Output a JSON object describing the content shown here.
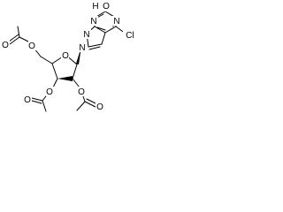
{
  "structure": {
    "atom_labels": {
      "hydroxyl_h": "H",
      "hydroxyl_o": "O",
      "chloro": "Cl",
      "ring_n1": "N",
      "ring_n3": "N",
      "ring_n7": "N",
      "ring_n9": "N",
      "ring_oxygen": "O",
      "ester_o_5_link": "O",
      "ester_o_5_carbonyl": "O",
      "ester_o_3_link": "O",
      "ester_o_3_carbonyl": "O",
      "ester_o_2_link": "O",
      "ester_o_2_carbonyl": "O"
    },
    "colors": {
      "bond": "#000000",
      "label": "#000000",
      "background": "#ffffff"
    }
  }
}
